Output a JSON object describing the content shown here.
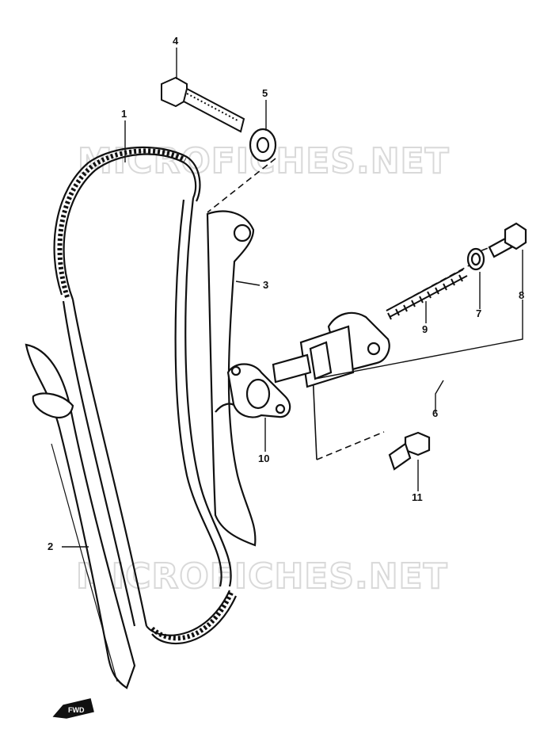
{
  "watermark": "MICROFICHES.NET",
  "direction_label": "FWD",
  "callouts": [
    {
      "id": "1",
      "label": "1",
      "part": "cam-chain"
    },
    {
      "id": "2",
      "label": "2",
      "part": "front-chain-guide"
    },
    {
      "id": "3",
      "label": "3",
      "part": "tensioner-guide"
    },
    {
      "id": "4",
      "label": "4",
      "part": "guide-bolt"
    },
    {
      "id": "5",
      "label": "5",
      "part": "washer"
    },
    {
      "id": "6",
      "label": "6",
      "part": "tensioner-assembly"
    },
    {
      "id": "7",
      "label": "7",
      "part": "o-ring"
    },
    {
      "id": "8",
      "label": "8",
      "part": "tensioner-cap-bolt"
    },
    {
      "id": "9",
      "label": "9",
      "part": "tensioner-spring"
    },
    {
      "id": "10",
      "label": "10",
      "part": "tensioner-gasket"
    },
    {
      "id": "11",
      "label": "11",
      "part": "tensioner-mounting-bolt"
    }
  ],
  "colors": {
    "line": "#111111",
    "watermark": "#d9d9d9",
    "background": "#ffffff"
  }
}
